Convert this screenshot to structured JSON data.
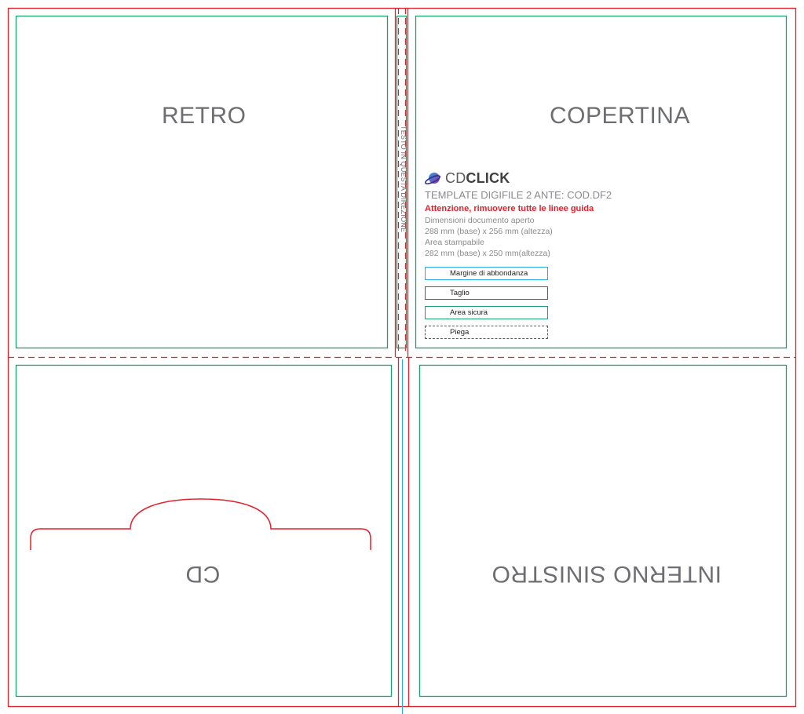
{
  "panels": {
    "retro": "RETRO",
    "copertina": "COPERTINA",
    "cd": "CD",
    "interno": "INTERNO SINISTRO"
  },
  "spine_text": "TESTO IN QUESTA DIREZIONE",
  "info": {
    "logo_light": "CD",
    "logo_bold": "CLICK",
    "template_code": "TEMPLATE DIGIFILE 2 ANTE: COD.DF2",
    "warning": "Attenzione, rimuovere tutte le linee guida",
    "lines": [
      "Dimensioni documento aperto",
      "288 mm (base) x 256 mm (altezza)",
      "Area stampabile",
      "282 mm (base) x 250 mm(altezza)"
    ]
  },
  "legend": {
    "bleed": "Margine di abbondanza",
    "cut": "Taglio",
    "safe": "Area sicura",
    "fold": "Piega"
  },
  "colors": {
    "bleed": "#29abe2",
    "cut": "#e2212a",
    "safe": "#1aa06b",
    "text": "#6d6e71"
  }
}
